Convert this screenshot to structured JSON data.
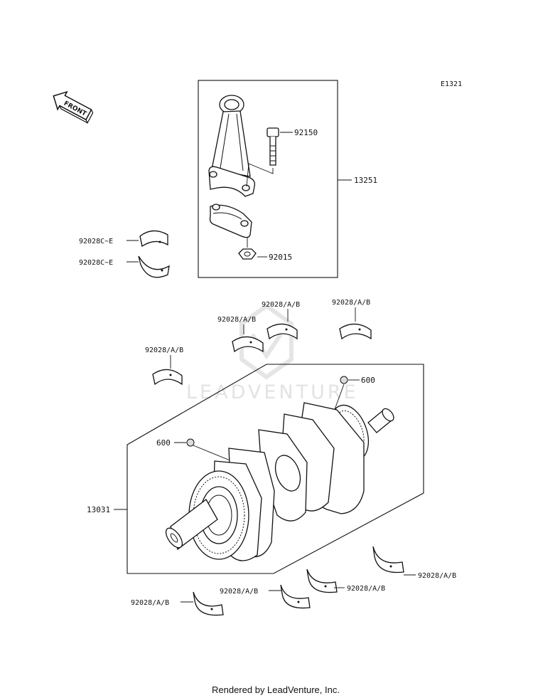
{
  "diagram": {
    "code": "E1321",
    "front_label": "FRONT",
    "watermark": "LEADVENTURE",
    "footer": "Rendered by LeadVenture, Inc."
  },
  "callouts": {
    "bolt": "92150",
    "rod_assy": "13251",
    "nut": "92015",
    "rod_bearing_upper": "92028C~E",
    "rod_bearing_lower": "92028C~E",
    "bearing_a": "92028/A/B",
    "bearing_b": "92028/A/B",
    "bearing_c": "92028/A/B",
    "bearing_d": "92028/A/B",
    "oil_right": "600",
    "oil_left": "600",
    "crankshaft": "13031",
    "bearing_e": "92028/A/B",
    "bearing_f": "92028/A/B",
    "bearing_g": "92028/A/B",
    "bearing_h": "92028/A/B"
  }
}
